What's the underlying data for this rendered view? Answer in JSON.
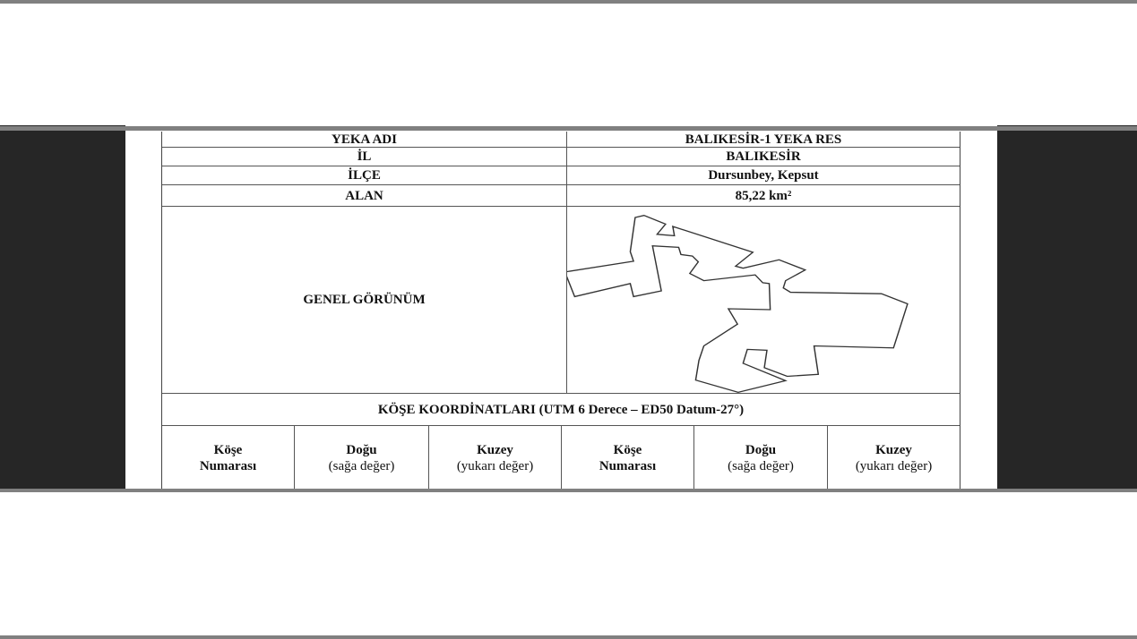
{
  "document": {
    "rows": [
      {
        "label": "YEKA ADI",
        "value": "BALIKESİR-1 YEKA RES"
      },
      {
        "label": "İL",
        "value": "BALIKESİR"
      },
      {
        "label": "İLÇE",
        "value": "Dursunbey, Kepsut"
      },
      {
        "label": "ALAN",
        "value": "85,22 km²"
      }
    ],
    "overview_label": "GENEL GÖRÜNÜM",
    "overview_image": "area-boundary-map",
    "coordinates_title": "KÖŞE KOORDİNATLARI (UTM 6 Derece – ED50 Datum-27°)",
    "columns": [
      {
        "line1": "Köşe",
        "line2": "Numarası"
      },
      {
        "line1": "Doğu",
        "line2": "(sağa değer)"
      },
      {
        "line1": "Kuzey",
        "line2": "(yukarı değer)"
      },
      {
        "line1": "Köşe",
        "line2": "Numarası"
      },
      {
        "line1": "Doğu",
        "line2": "(sağa değer)"
      },
      {
        "line1": "Kuzey",
        "line2": "(yukarı değer)"
      }
    ]
  }
}
